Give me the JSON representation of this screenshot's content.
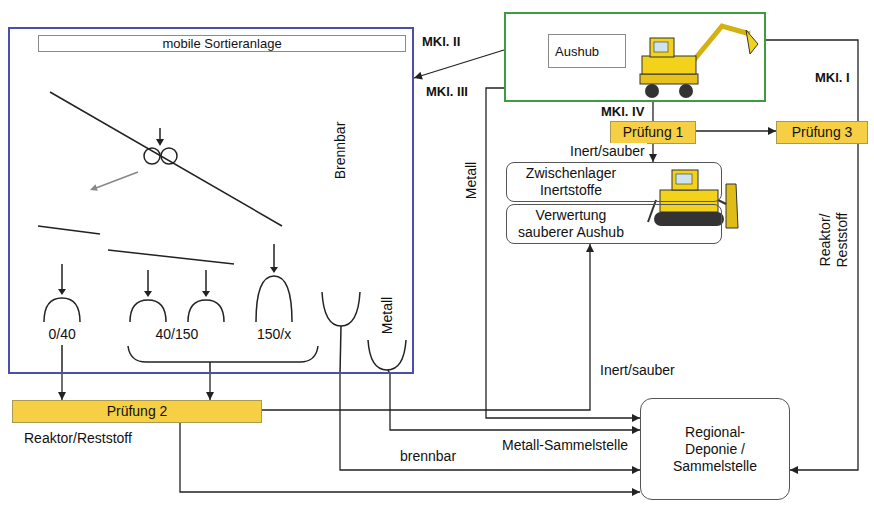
{
  "diagram": {
    "nodes": [
      {
        "text": [
          "mobile Sortieranlage"
        ]
      },
      {
        "text": [
          "Aushub"
        ]
      },
      {
        "text": [
          "Prüfung 1"
        ]
      },
      {
        "text": [
          "Prüfung 3"
        ]
      },
      {
        "text": [
          "Zwischenlager Inertstoffe"
        ]
      },
      {
        "text": [
          "Verwertung sauberer Aushub"
        ]
      },
      {
        "text": [
          "Prüfung 2"
        ]
      },
      {
        "text": [
          "Regional-Deponie / Sammelstelle"
        ]
      }
    ],
    "edges": [
      {
        "from": 1,
        "to": 0,
        "label": "MKl. II",
        "arrow": "to"
      },
      {
        "from": 1,
        "to": 7,
        "label": "MKl. III",
        "arrow": "to"
      },
      {
        "from": 1,
        "to": 2,
        "label": "MKl. IV",
        "arrow": "none"
      },
      {
        "from": 1,
        "to": 3,
        "label": "MKl. I",
        "arrow": "none"
      },
      {
        "from": 2,
        "to": 4,
        "label": "Inert/sauber",
        "arrow": "to"
      },
      {
        "from": 2,
        "to": 3,
        "arrow": "to"
      },
      {
        "from": 3,
        "to": 7,
        "label": "Reaktor/ Reststoff",
        "arrow": "to"
      },
      {
        "from": 0,
        "to": 6,
        "arrow": "to"
      },
      {
        "from": 0,
        "to": 6,
        "arrow": "to"
      },
      {
        "from": 6,
        "to": 5,
        "label": "Inert/sauber",
        "arrow": "to"
      },
      {
        "from": 6,
        "to": 7,
        "label": "Reaktor/Reststoff",
        "arrow": "to"
      },
      {
        "from": 0,
        "to": 7,
        "label": "brennbar",
        "arrow": "to"
      },
      {
        "from": 0,
        "to": 7,
        "arrow": "to"
      }
    ],
    "labels": [
      "0/40",
      "40/150",
      "150/x",
      "Brennbar",
      "Metall",
      "Metall",
      "Metall-Sammelstelle"
    ]
  }
}
